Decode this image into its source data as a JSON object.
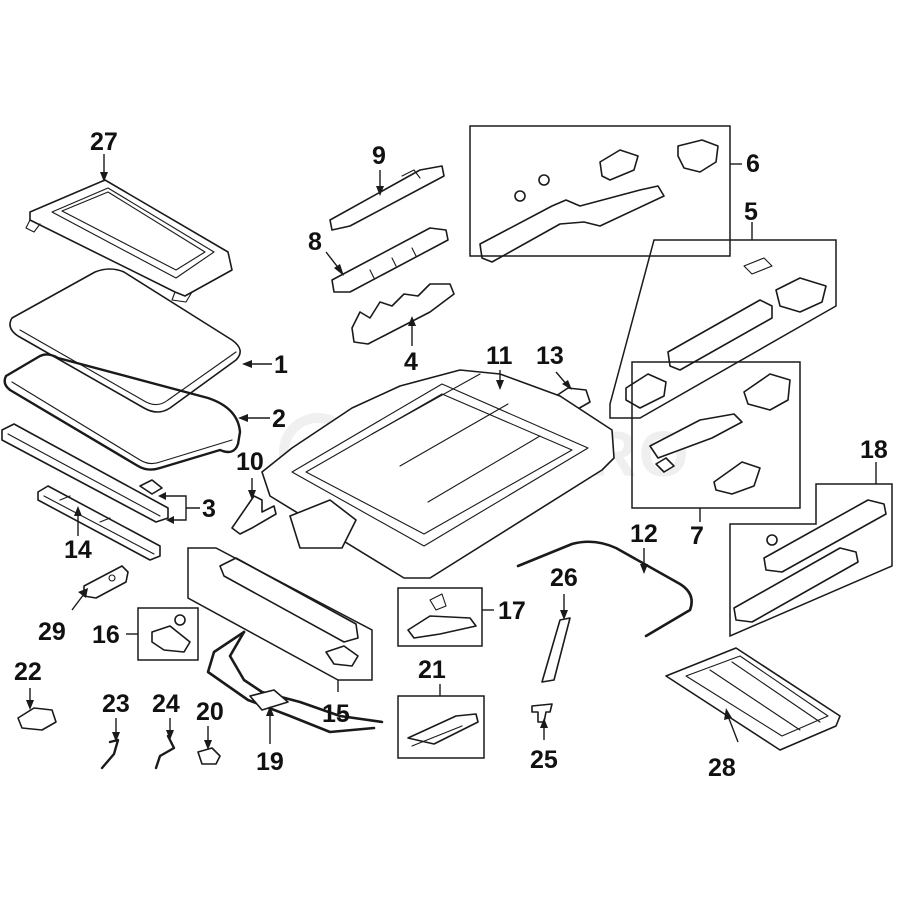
{
  "watermark": {
    "text": "FCP EURO"
  },
  "callouts": [
    {
      "id": "1",
      "label": "1"
    },
    {
      "id": "2",
      "label": "2"
    },
    {
      "id": "3",
      "label": "3"
    },
    {
      "id": "4",
      "label": "4"
    },
    {
      "id": "5",
      "label": "5"
    },
    {
      "id": "6",
      "label": "6"
    },
    {
      "id": "7",
      "label": "7"
    },
    {
      "id": "8",
      "label": "8"
    },
    {
      "id": "9",
      "label": "9"
    },
    {
      "id": "10",
      "label": "10"
    },
    {
      "id": "11",
      "label": "11"
    },
    {
      "id": "12",
      "label": "12"
    },
    {
      "id": "13",
      "label": "13"
    },
    {
      "id": "14",
      "label": "14"
    },
    {
      "id": "15",
      "label": "15"
    },
    {
      "id": "16",
      "label": "16"
    },
    {
      "id": "17",
      "label": "17"
    },
    {
      "id": "18",
      "label": "18"
    },
    {
      "id": "19",
      "label": "19"
    },
    {
      "id": "20",
      "label": "20"
    },
    {
      "id": "21",
      "label": "21"
    },
    {
      "id": "22",
      "label": "22"
    },
    {
      "id": "23",
      "label": "23"
    },
    {
      "id": "24",
      "label": "24"
    },
    {
      "id": "25",
      "label": "25"
    },
    {
      "id": "26",
      "label": "26"
    },
    {
      "id": "27",
      "label": "27"
    },
    {
      "id": "28",
      "label": "28"
    },
    {
      "id": "29",
      "label": "29"
    }
  ]
}
